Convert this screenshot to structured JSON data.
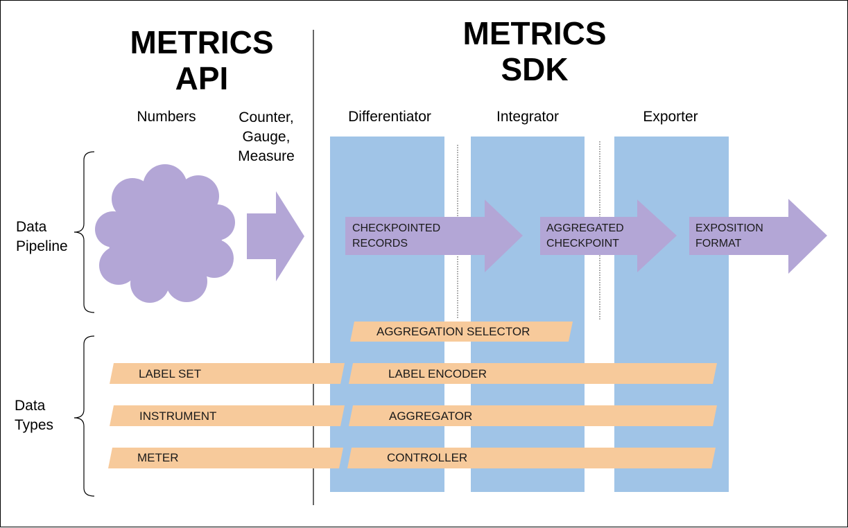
{
  "titles": {
    "api_line1": "METRICS",
    "api_line2": "API",
    "sdk_line1": "METRICS",
    "sdk_line2": "SDK"
  },
  "stages": {
    "numbers": "Numbers",
    "counter_line1": "Counter,",
    "counter_line2": "Gauge,",
    "counter_line3": "Measure",
    "differentiator": "Differentiator",
    "integrator": "Integrator",
    "exporter": "Exporter"
  },
  "side_labels": {
    "pipeline_line1": "Data",
    "pipeline_line2": "Pipeline",
    "types_line1": "Data",
    "types_line2": "Types"
  },
  "arrows": {
    "checkpointed_line1": "CHECKPOINTED",
    "checkpointed_line2": "RECORDS",
    "aggregated_line1": "AGGREGATED",
    "aggregated_line2": "CHECKPOINT",
    "exposition_line1": "EXPOSITION",
    "exposition_line2": "FORMAT"
  },
  "bands": {
    "aggregation_selector": "AGGREGATION SELECTOR",
    "label_set": "LABEL SET",
    "label_encoder": "LABEL ENCODER",
    "instrument": "INSTRUMENT",
    "aggregator": "AGGREGATOR",
    "meter": "METER",
    "controller": "CONTROLLER"
  },
  "colors": {
    "column_blue": "#a0c4e7",
    "arrow_purple": "#b3a6d6",
    "band_orange": "#f7ca9b"
  }
}
